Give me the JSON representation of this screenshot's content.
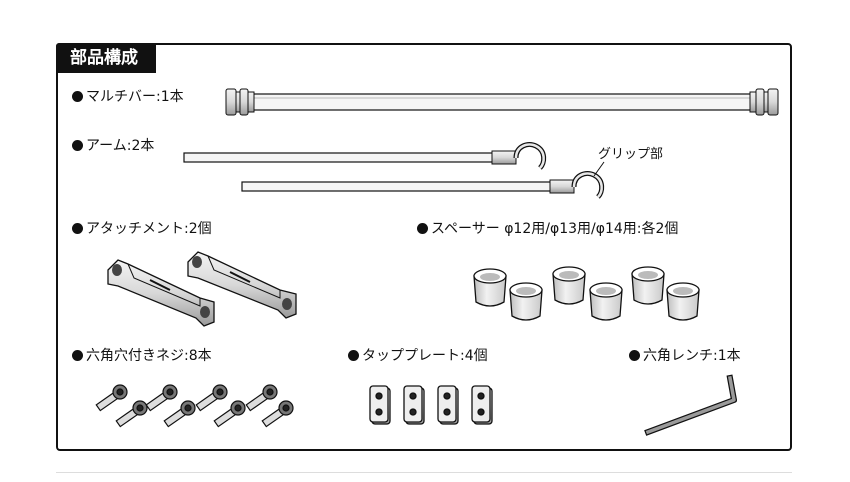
{
  "title": "部品構成",
  "items": {
    "multibar": "マルチバー:1本",
    "arm": "アーム:2本",
    "grip_note": "グリップ部",
    "attachment": "アタッチメント:2個",
    "spacer": "スペーサー φ12用/φ13用/φ14用:各2個",
    "screw": "六角穴付きネジ:8本",
    "tap_plate": "タッププレート:4個",
    "wrench": "六角レンチ:1本"
  }
}
